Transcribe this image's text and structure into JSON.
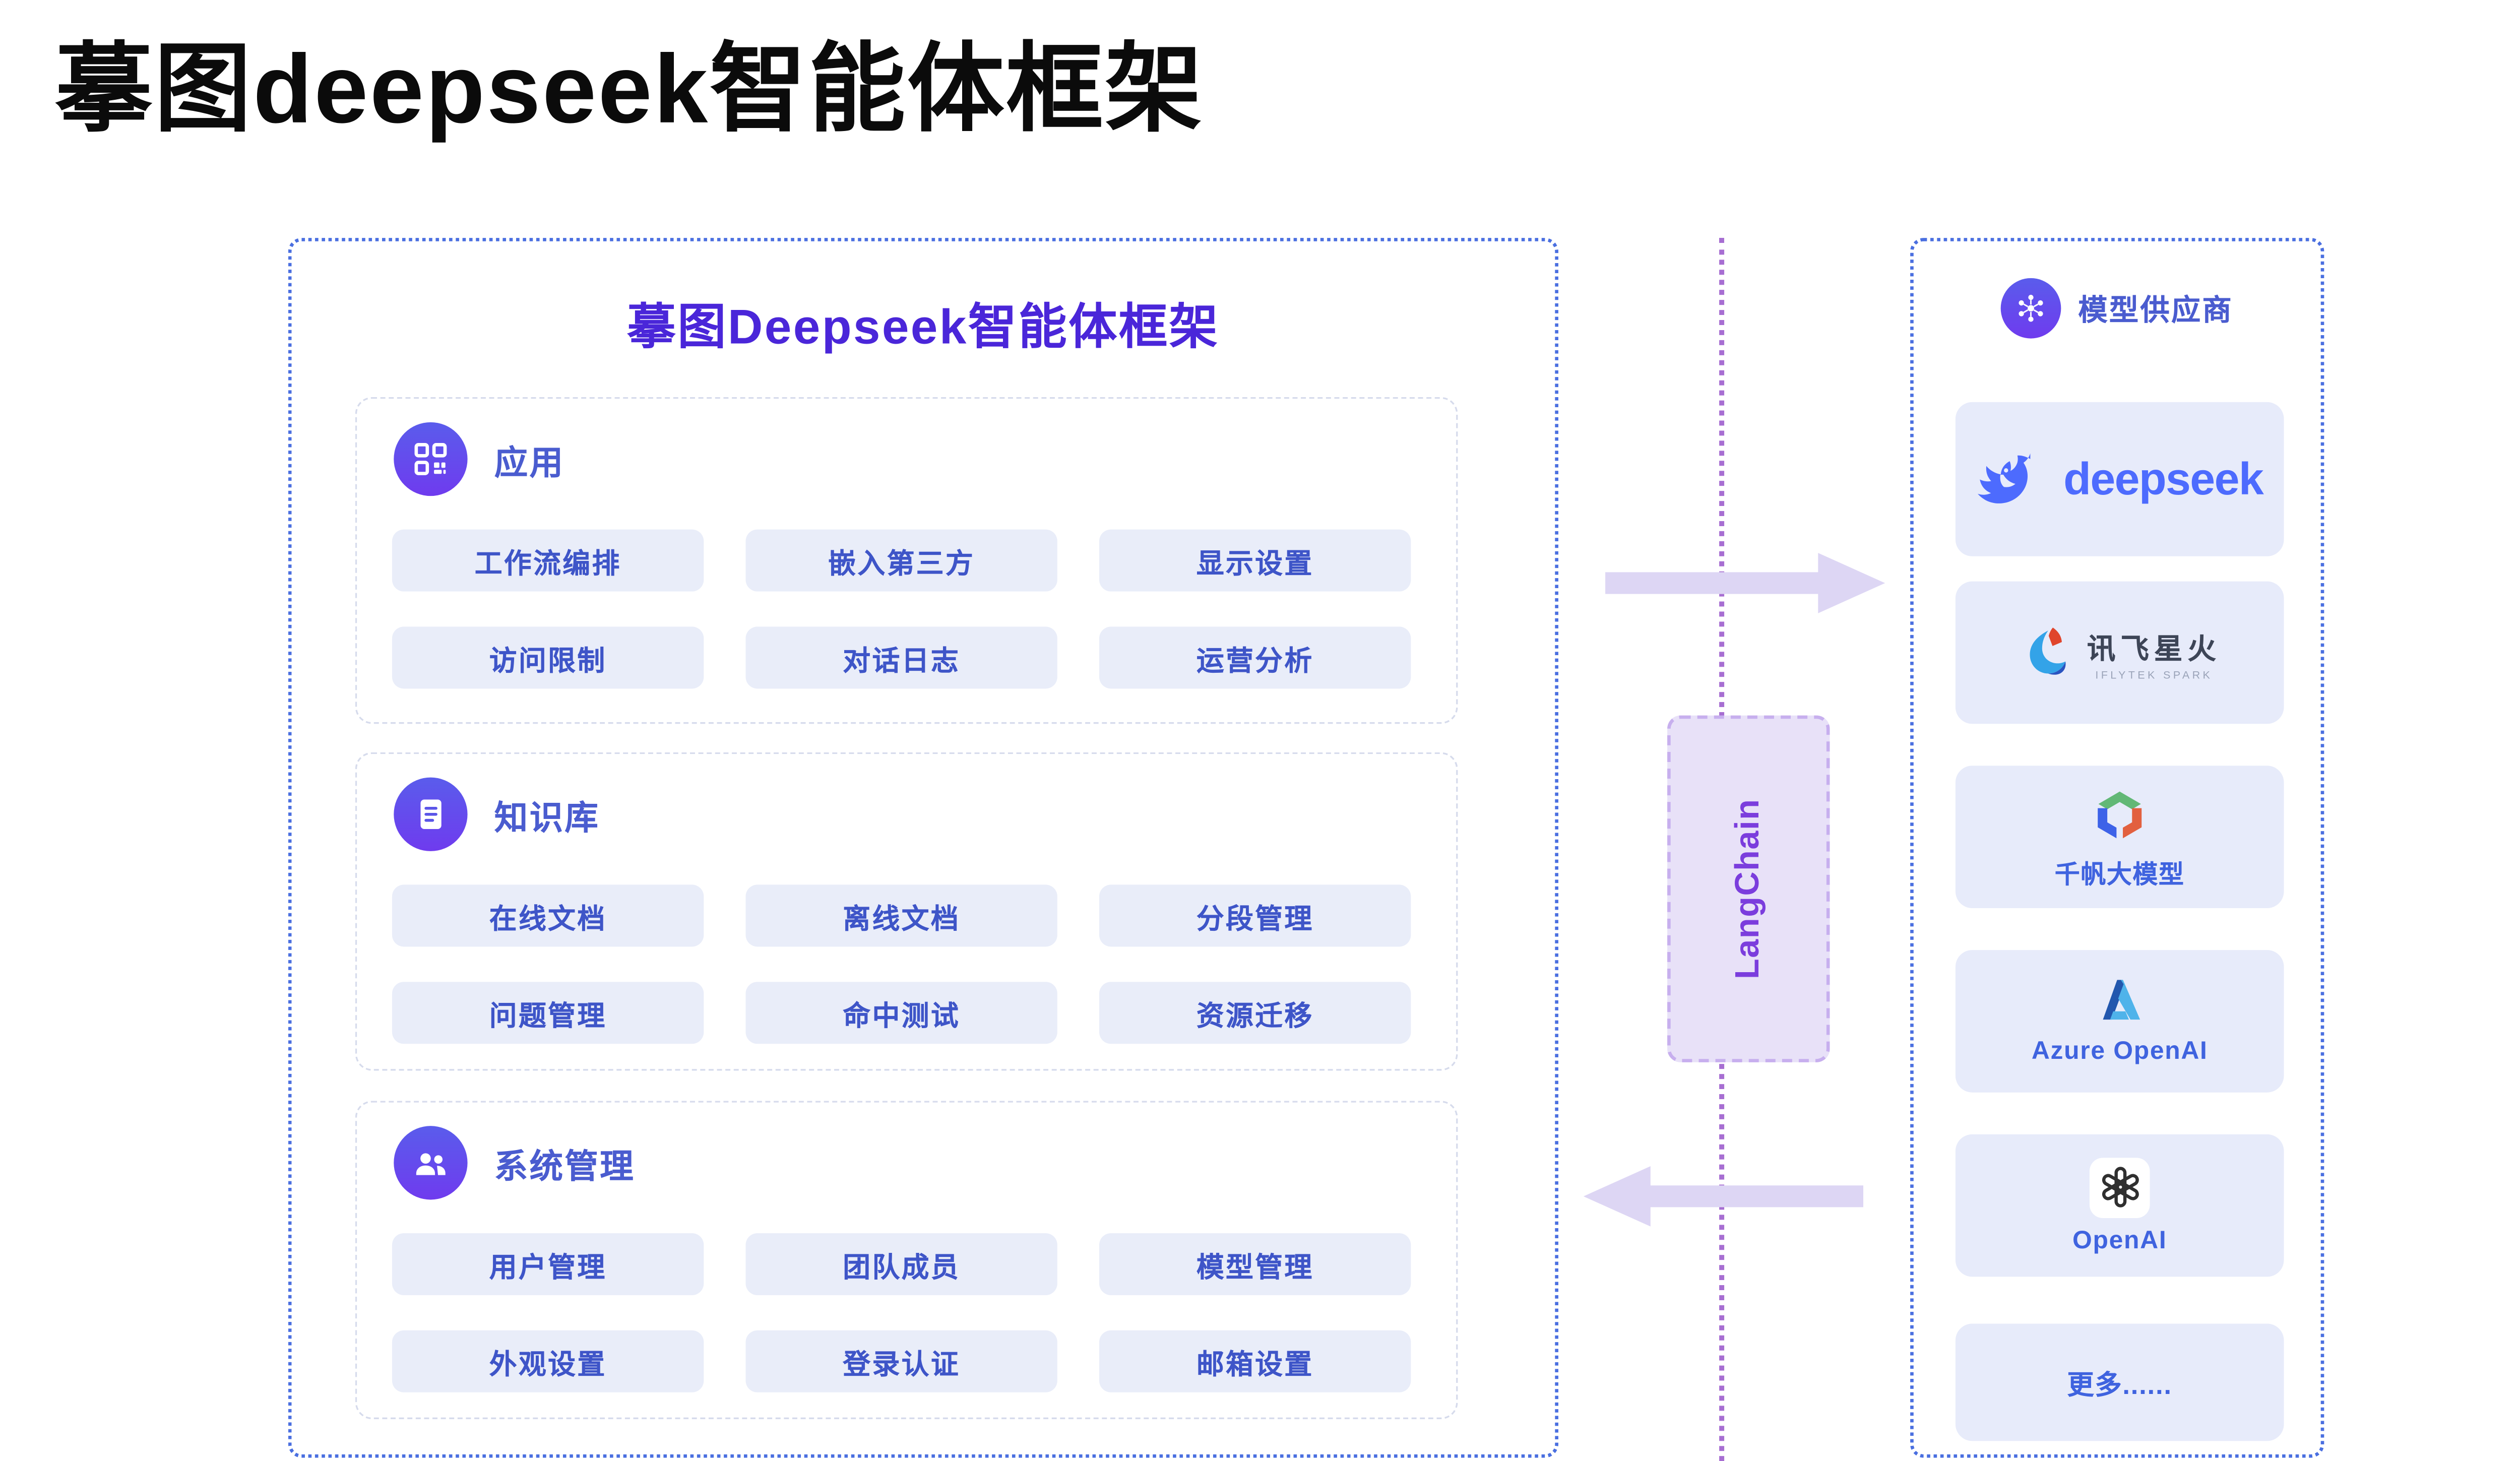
{
  "page": {
    "title": "摹图deepseek智能体框架",
    "background": "#ffffff"
  },
  "left_panel": {
    "title": "摹图Deepseek智能体框架",
    "title_color": "#4a26d9",
    "border_color": "#4a6fe0",
    "sections": [
      {
        "id": "app",
        "icon": "grid-apps-icon",
        "title": "应用",
        "buttons": [
          "工作流编排",
          "嵌入第三方",
          "显示设置",
          "访问限制",
          "对话日志",
          "运营分析"
        ]
      },
      {
        "id": "knowledge-base",
        "icon": "document-icon",
        "title": "知识库",
        "buttons": [
          "在线文档",
          "离线文档",
          "分段管理",
          "问题管理",
          "命中测试",
          "资源迁移"
        ]
      },
      {
        "id": "system-management",
        "icon": "team-icon",
        "title": "系统管理",
        "buttons": [
          "用户管理",
          "团队成员",
          "模型管理",
          "外观设置",
          "登录认证",
          "邮箱设置"
        ]
      }
    ]
  },
  "middle": {
    "connector_label": "LangChain",
    "connector_text_color": "#7b3ddd",
    "box_fill": "#e8e1f8",
    "arrow_color": "#ddd6f4",
    "dotted_line_color": "#a76ed2",
    "arrow_top_direction": "right",
    "arrow_bottom_direction": "left"
  },
  "right_panel": {
    "title": "模型供应商",
    "icon": "atom-icon",
    "border_color": "#4a6fe0",
    "tile_fill": "#e7ebfa",
    "providers": [
      {
        "id": "deepseek",
        "layout": "row-word",
        "icon": "deepseek-whale-icon",
        "label": "deepseek",
        "brand_color": "#4d6bfe"
      },
      {
        "id": "spark",
        "layout": "row-stack",
        "icon": "spark-flame-icon",
        "label": "讯飞星火",
        "sublabel": "IFLYTEK SPARK"
      },
      {
        "id": "qianfan",
        "layout": "stack",
        "icon": "qianfan-cube-icon",
        "label": "千帆大模型"
      },
      {
        "id": "azure",
        "layout": "stack",
        "icon": "azure-icon",
        "label": "Azure OpenAI"
      },
      {
        "id": "openai",
        "layout": "stack",
        "icon": "openai-icon",
        "label": "OpenAI"
      },
      {
        "id": "more",
        "layout": "text",
        "label": "更多......"
      }
    ]
  }
}
